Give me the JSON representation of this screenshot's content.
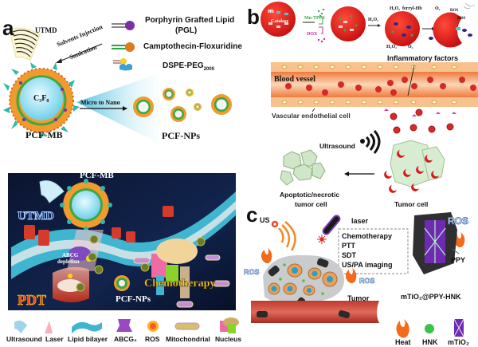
{
  "panel_a": {
    "letter": "a",
    "utmd": "UTMD",
    "legend": [
      {
        "icon": "porphyrin-lipid-icon",
        "label": "Porphyrin Grafted Lipid",
        "label2": "(PGL)",
        "color": "#7b2fa5"
      },
      {
        "icon": "camptothecin-floxuridine-icon",
        "label": "Camptothecin-Floxuridine",
        "color": "#e07a1c"
      },
      {
        "icon": "dspe-peg-icon",
        "label": "DSPE-PEG",
        "sub": "2000",
        "color": "#f2d21b"
      }
    ],
    "arrow_label_1": "Solvents Injection",
    "arrow_label_2": "Sonication",
    "core_label": "C₃F₈",
    "micro_to_nano": "Micro to Nano",
    "mb_label": "PCF-MB",
    "nps_label": "PCF-NPs"
  },
  "panel_b": {
    "letter": "b",
    "hb": "Hb",
    "catalase": "Catalase",
    "mn_tpps": "Mn-TPPS",
    "dox": "DOX",
    "h2o2_arrow": "H₂O₂",
    "h2o2_top": "H₂O₂",
    "ferryl": "ferryl-Hb",
    "h2o2_bottom": "H₂O₂",
    "o2_bottom": "O₂",
    "o2_top": "O₂",
    "ros1": "ROS",
    "ros2": "ROS",
    "inflammatory": "Inflammatory factors",
    "blood_vessel": "Blood vessel",
    "endothelial": "Vascular endothelial cell",
    "ultrasound": "Ultrasound",
    "apoptotic_1": "Apoptotic/necrotic",
    "apoptotic_2": "tumor cell",
    "tumor_cell": "Tumor cell"
  },
  "panel_mech": {
    "mb_label": "PCF-MB",
    "utmd": "UTMD",
    "abcg_depletion_1": "ABCG",
    "abcg_depletion_2": "depletion",
    "pdt": "PDT",
    "nps_label": "PCF-NPs",
    "chemo": "Chemotherapy"
  },
  "legend_bottom": [
    {
      "icon": "ultrasound-icon",
      "label": "Ultrasound"
    },
    {
      "icon": "laser-icon",
      "label": "Laser"
    },
    {
      "icon": "lipid-bilayer-icon",
      "label": "Lipid bilayer"
    },
    {
      "icon": "abcg2-icon",
      "label": "ABCG₂"
    },
    {
      "icon": "ros-icon",
      "label": "ROS"
    },
    {
      "icon": "mitochondrial-icon",
      "label": "Mitochondrial"
    },
    {
      "icon": "nucleus-icon",
      "label": "Nucleus"
    }
  ],
  "panel_c": {
    "letter": "c",
    "us": "US",
    "laser": "laser",
    "therapies": [
      "Chemotherapy",
      "PTT",
      "SDT",
      "US/PA imaging"
    ],
    "ros_left": "ROS",
    "ros_mid": "ROS",
    "ros_right": "ROS",
    "tumor": "Tumor",
    "ppy": "PPY",
    "particle_label": "mTiO₂@PPY-HNK",
    "legend": [
      {
        "icon": "heat-icon",
        "label": "Heat"
      },
      {
        "icon": "hnk-icon",
        "label": "HNK"
      },
      {
        "icon": "mtio2-icon",
        "label": "mTiO₂"
      }
    ]
  }
}
